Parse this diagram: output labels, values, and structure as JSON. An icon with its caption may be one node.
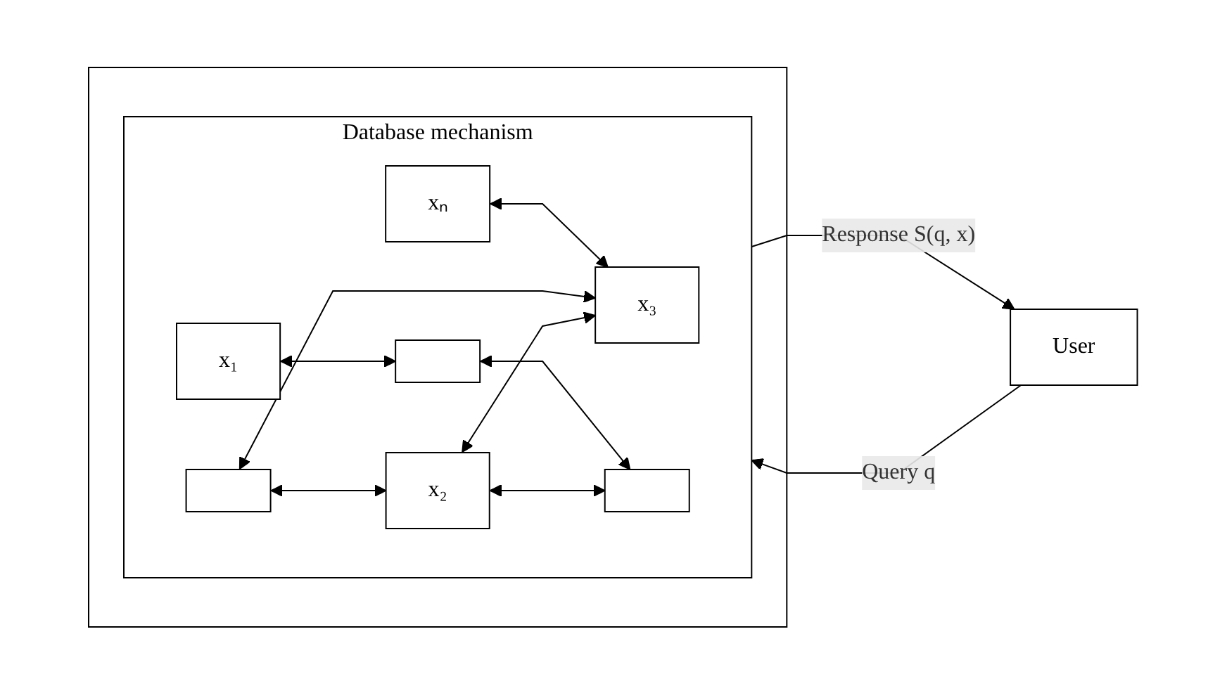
{
  "diagram": {
    "nodes": [
      {
        "text": [],
        "shape": "box"
      },
      {
        "text": [
          "Database mechanism"
        ],
        "in": 0
      },
      {
        "text": [
          "xₙ"
        ],
        "in": 1
      },
      {
        "text": [
          "x₁"
        ],
        "in": 1
      },
      {
        "text": [],
        "shape": "box",
        "in": 1
      },
      {
        "text": [
          "x₂"
        ],
        "in": 1
      },
      {
        "text": [],
        "shape": "box",
        "in": 1
      },
      {
        "text": [],
        "shape": "box",
        "in": 1
      },
      {
        "text": [
          "x₃"
        ],
        "in": 1
      },
      {
        "text": [
          "User"
        ]
      }
    ],
    "edges": [
      {
        "from": 2,
        "to": 8,
        "arrow": "both"
      },
      {
        "from": 3,
        "to": 6,
        "arrow": "both"
      },
      {
        "from": 4,
        "to": 5,
        "arrow": "both"
      },
      {
        "from": 4,
        "to": 8,
        "arrow": "both"
      },
      {
        "from": 6,
        "to": 7,
        "arrow": "both"
      },
      {
        "from": 5,
        "to": 7,
        "arrow": "both"
      },
      {
        "from": 5,
        "to": 8,
        "arrow": "both"
      },
      {
        "from": 9,
        "to": 1,
        "arrow": "to",
        "label": "Query q"
      },
      {
        "from": 1,
        "to": 9,
        "arrow": "to",
        "label": "Response S(q, x)"
      }
    ]
  }
}
